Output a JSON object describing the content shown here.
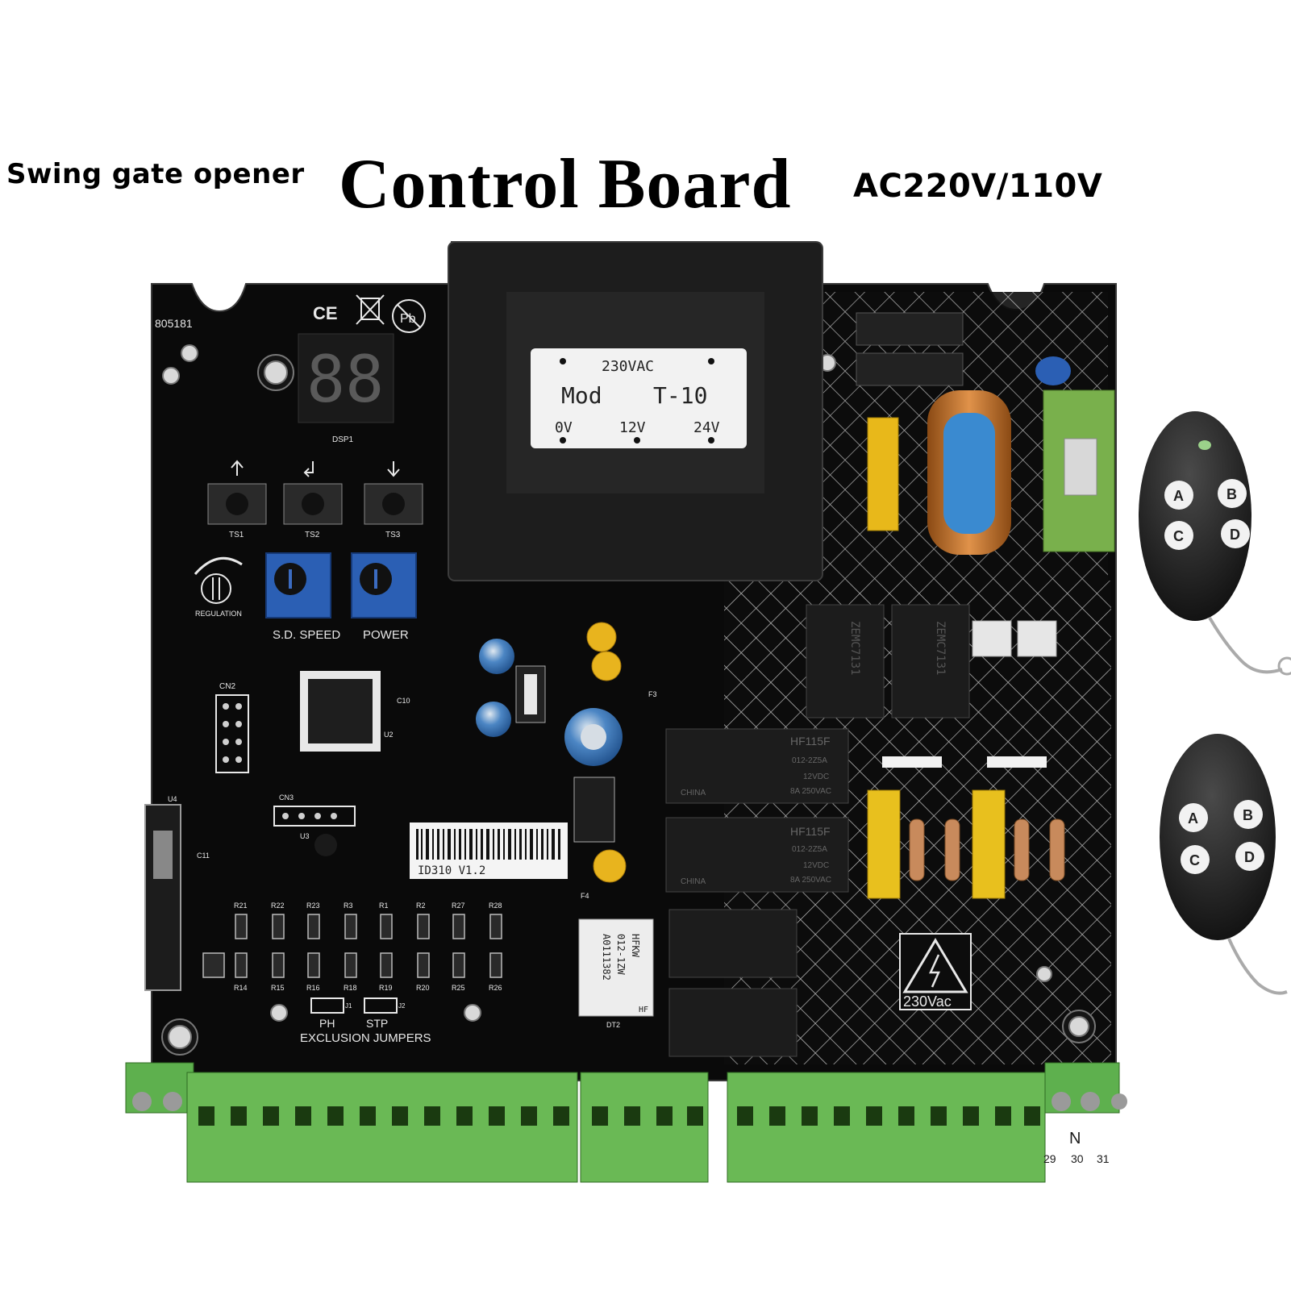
{
  "header": {
    "left": "Swing gate opener",
    "main": "Control Board",
    "right": "AC220V/110V"
  },
  "board": {
    "part_no": "805181",
    "cert_marks": [
      "CE",
      "Pb"
    ],
    "display": {
      "digits": "88",
      "label": "DSP1"
    },
    "buttons": [
      "TS1",
      "TS2",
      "TS3"
    ],
    "trimmer_labels": [
      "S.D. SPEED",
      "POWER"
    ],
    "regulation_label": "REGULATION",
    "connector_labels": [
      "CN2",
      "CN3",
      "U4",
      "U3",
      "U2",
      "C11",
      "C10"
    ],
    "resistors_top": [
      "R21",
      "R22",
      "R23",
      "R3",
      "R1",
      "R2",
      "R27",
      "R28"
    ],
    "resistors_bottom": [
      "R14",
      "R15",
      "R16",
      "R18",
      "R19",
      "R20",
      "R25",
      "R26"
    ],
    "jumpers": {
      "ph": "PH",
      "stp": "STP",
      "title": "EXCLUSION JUMPERS",
      "j1": "J1",
      "j2": "J2"
    },
    "barcode_text": "ID310 V1.2",
    "transformer": {
      "top": "230VAC",
      "model": "Mod",
      "type": "T-10",
      "taps": [
        "0V",
        "12V",
        "24V"
      ]
    },
    "relays": [
      {
        "brand": "HF115F",
        "line1": "012-2Z5A",
        "line2": "12VDC",
        "line3": "8A 250VAC",
        "origin": "CHINA"
      },
      {
        "brand": "HF115F",
        "line1": "012-2Z5A",
        "line2": "12VDC",
        "line3": "8A 250VAC",
        "origin": "CHINA"
      }
    ],
    "small_relay": {
      "brand": "HF",
      "line1": "HFKW",
      "line2": "012-1ZW",
      "line3": "A0111382"
    },
    "triacs": [
      "ZEMC7131",
      "ZEMC7131"
    ],
    "warning": "230Vac",
    "terminal_labels": [
      "N",
      "29",
      "30",
      "31"
    ],
    "fuses": [
      "F3",
      "F4"
    ],
    "diode": "DT2"
  },
  "remotes": [
    {
      "buttons": [
        "A",
        "B",
        "C",
        "D"
      ]
    },
    {
      "buttons": [
        "A",
        "B",
        "C",
        "D"
      ]
    }
  ]
}
